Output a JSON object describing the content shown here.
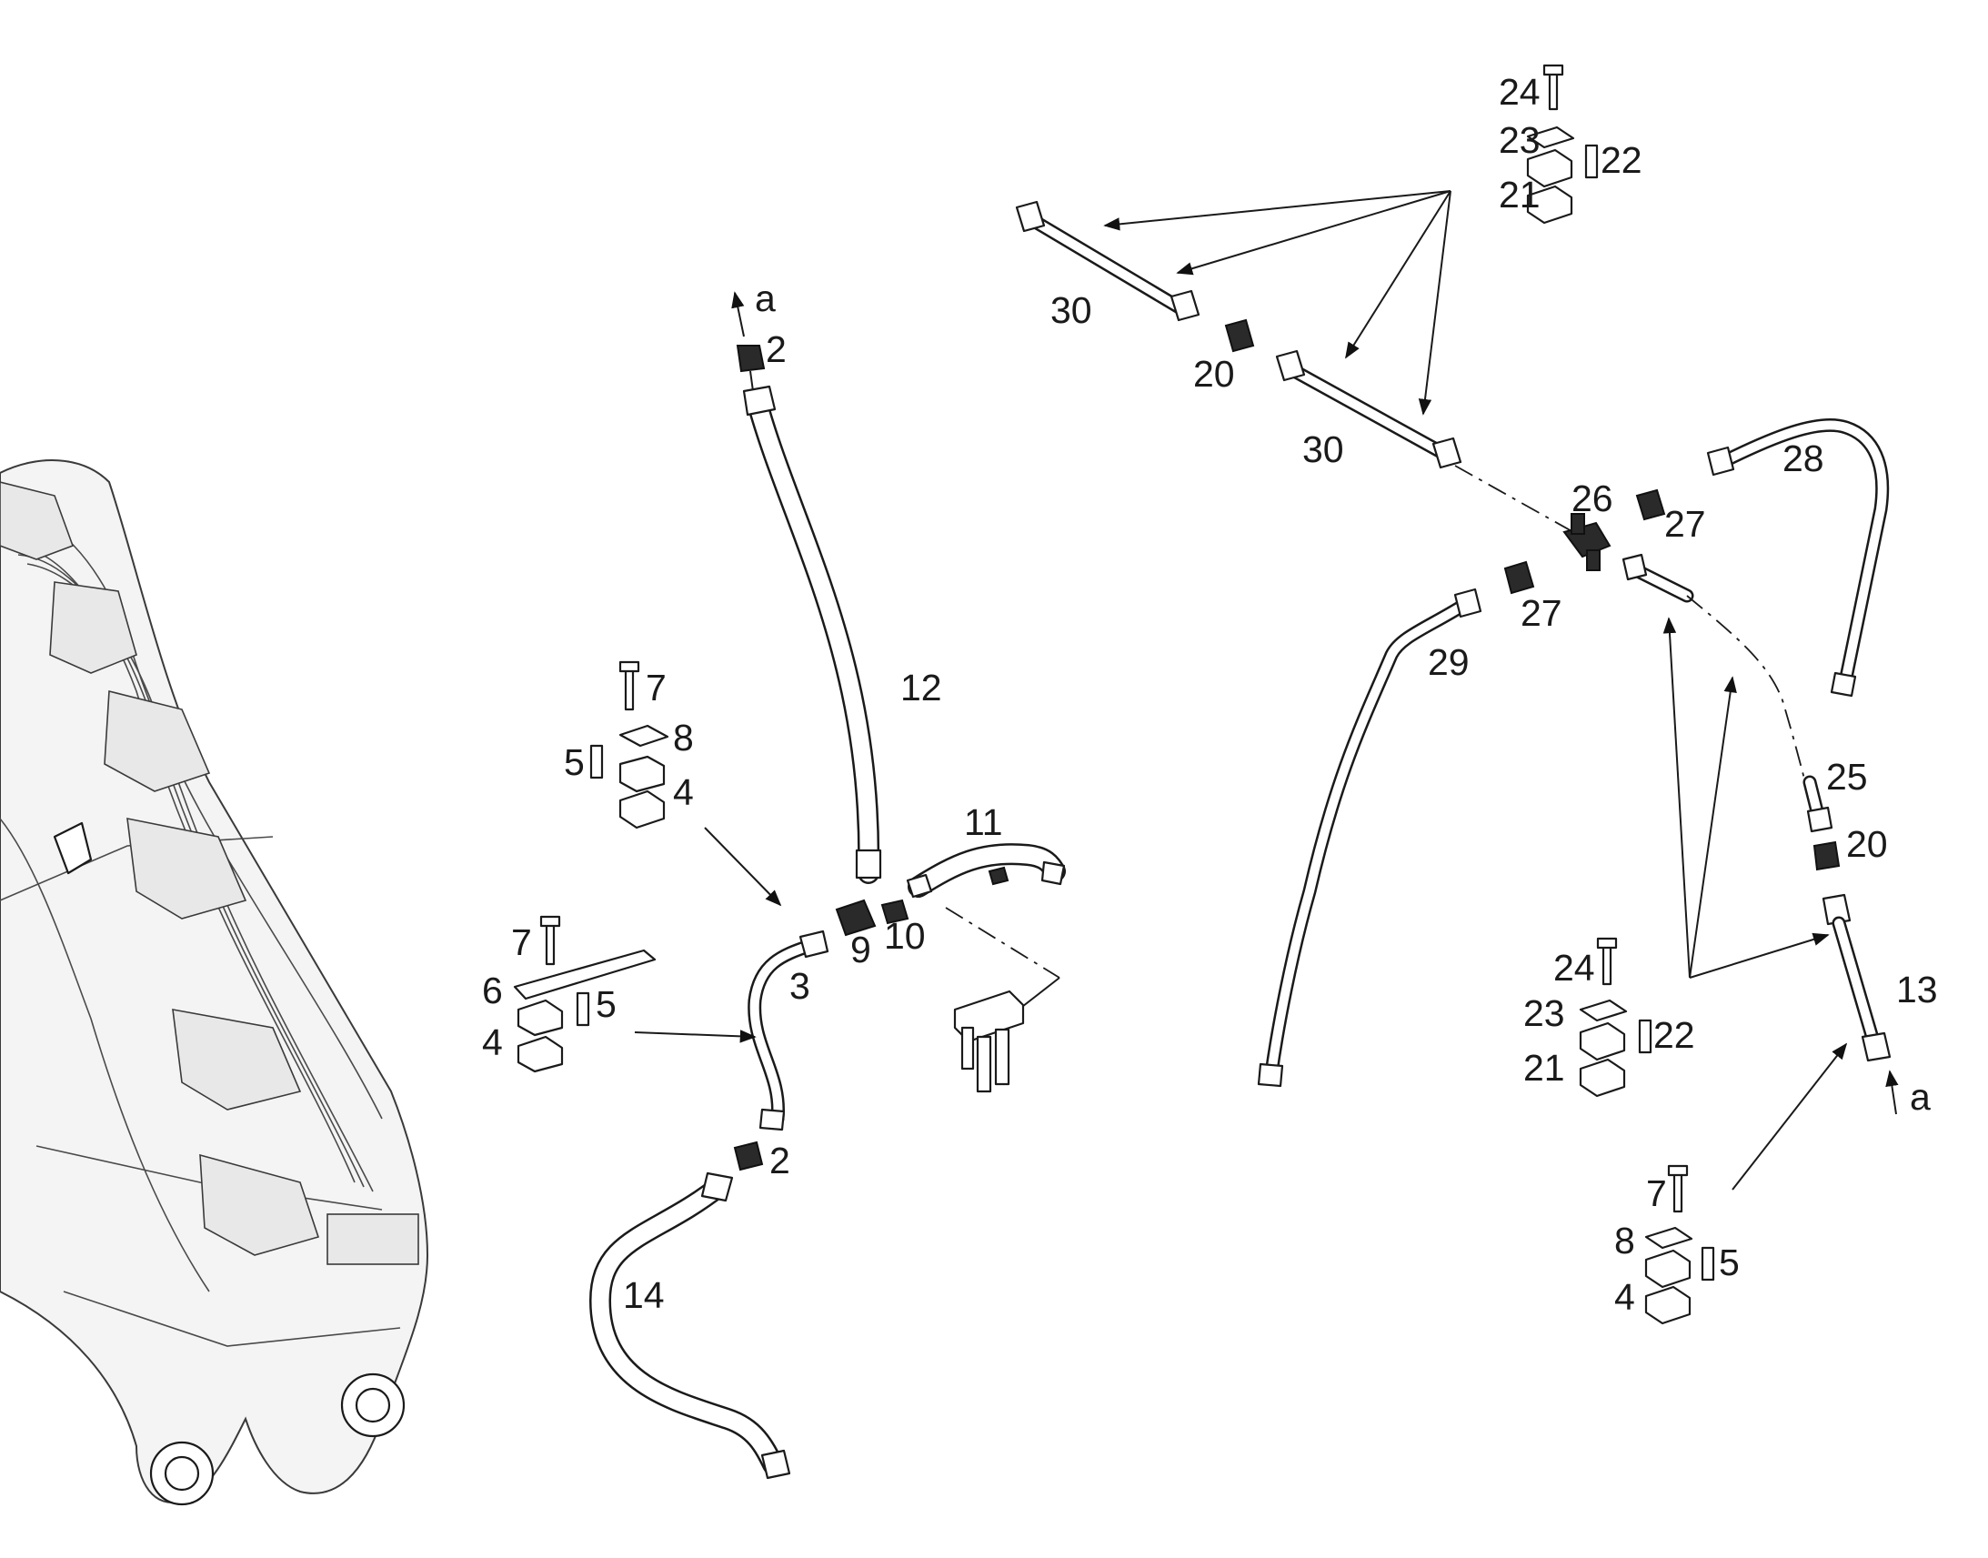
{
  "labels": {
    "a_top": "a",
    "p2_top": "2",
    "p12": "12",
    "p11": "11",
    "p10": "10",
    "p9": "9",
    "p3": "3",
    "p2_mid": "2",
    "p14": "14",
    "clampA": {
      "p7": "7",
      "p8": "8",
      "p5": "5",
      "p4": "4"
    },
    "clampB": {
      "p7": "7",
      "p6": "6",
      "p5": "5",
      "p4": "4"
    },
    "clampTop": {
      "p24": "24",
      "p23": "23",
      "p22": "22",
      "p21": "21"
    },
    "p30_a": "30",
    "p20_a": "20",
    "p30_b": "30",
    "p26": "26",
    "p27_a": "27",
    "p27_b": "27",
    "p28": "28",
    "p29": "29",
    "p25": "25",
    "p20_b": "20",
    "p13": "13",
    "a_bottom": "a",
    "clampMid": {
      "p24": "24",
      "p23": "23",
      "p22": "22",
      "p21": "21"
    },
    "clampBot": {
      "p7": "7",
      "p8": "8",
      "p5": "5",
      "p4": "4"
    }
  }
}
